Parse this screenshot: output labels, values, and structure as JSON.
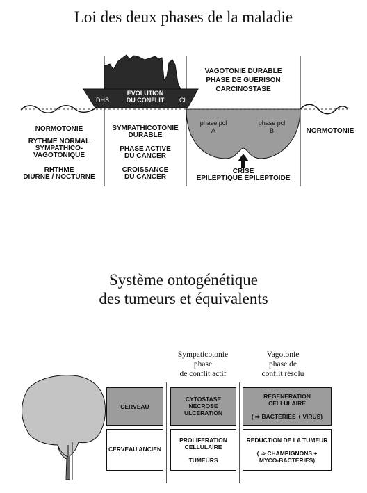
{
  "diagram1": {
    "title": "Loi des deux phases de la maladie",
    "evolution": "EVOLUTION\nDU CONFLIT",
    "dhs": "DHS",
    "cl": "CL",
    "vagotonie": "VAGOTONIE DURABLE\nPHASE DE GUERISON\nCARCINOSTASE",
    "phase_a": "phase pcl\nA",
    "phase_b": "phase pcl\nB",
    "crise": "CRISE\nEPILEPTIQUE EPILEPTOIDE",
    "col1_lines": [
      "NORMOTONIE",
      "RYTHME NORMAL\nSYMPATHICO-\nVAGOTONIQUE",
      "RHTHME\nDIURNE / NOCTURNE"
    ],
    "col2_lines": [
      "SYMPATHICOTONIE\nDURABLE",
      "PHASE ACTIVE\nDU CANCER",
      "CROISSANCE\nDU CANCER"
    ],
    "right_label": "NORMOTONIE"
  },
  "diagram2": {
    "title_line1": "Système ontogénétique",
    "title_line2": "des tumeurs et équivalents",
    "header_col2": "Sympaticotonie\nphase\nde conflit actif",
    "header_col3": "Vagotonie\nphase de\nconflit résolu",
    "row1": {
      "c1": "CERVEAU",
      "c2": "CYTOSTASE\nNECROSE\nULCERATION",
      "c3a": "REGENERATION\nCELLULAIRE",
      "c3b": "( ⇨ BACTERIES + VIRUS)"
    },
    "row2": {
      "c1": "CERVEAU ANCIEN",
      "c2a": "PROLIFERATION\nCELLULAIRE",
      "c2b": "TUMEURS",
      "c3a": "REDUCTION DE LA TUMEUR",
      "c3b": "( ⇨ CHAMPIGNONS +\nMYCO-BACTERIES)"
    }
  }
}
